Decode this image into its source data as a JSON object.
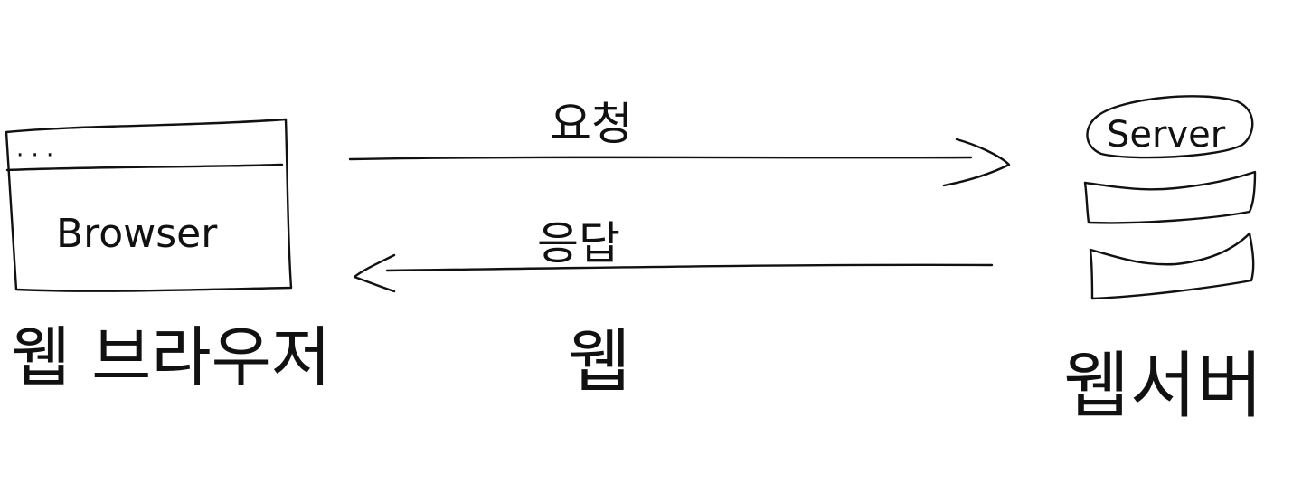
{
  "browser": {
    "window_dots": "· · ·",
    "label": "Browser",
    "caption": "웹 브라우저"
  },
  "request": {
    "label": "요청"
  },
  "response": {
    "label": "응답"
  },
  "middle": {
    "caption": "웹"
  },
  "server": {
    "label": "Server",
    "caption": "웹서버"
  },
  "colors": {
    "ink": "#111111",
    "background": "#ffffff"
  }
}
